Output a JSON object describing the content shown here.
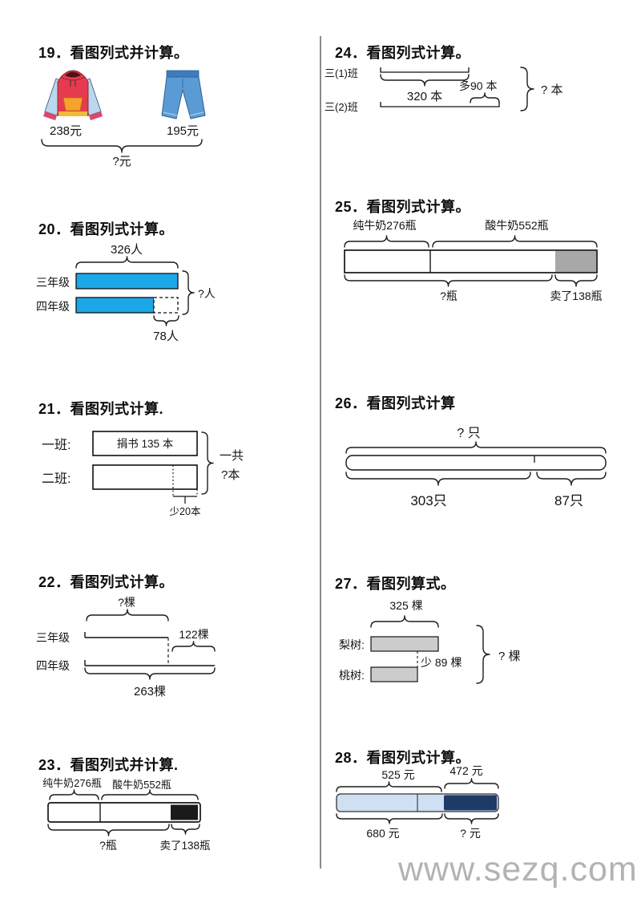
{
  "page": {
    "watermark": "www.sezq.com",
    "colors": {
      "bar_cyan": "#1CA7E8",
      "bar_grey": "#C9C9C9",
      "bar_dark": "#1A1A1A",
      "bar_light_blue": "#CFE0F2",
      "bar_navy": "#1E3A66",
      "divider_grey": "#8A8A8A",
      "watermark_grey": "#B3B3B3"
    }
  },
  "problems": {
    "p19": {
      "title": "19．看图列式并计算。",
      "hoodie_price": "238元",
      "jeans_price": "195元",
      "total_label": "?元"
    },
    "p20": {
      "title": "20．看图列式计算。",
      "top_label": "326人",
      "row1_label": "三年级",
      "row2_label": "四年级",
      "right_label": "?人",
      "diff_label": "78人"
    },
    "p21": {
      "title": "21．看图列式计算.",
      "row1_label": "一班:",
      "row2_label": "二班:",
      "bar1_text": "捐书 135 本",
      "right_label_line1": "一共",
      "right_label_line2": "?本",
      "diff_label": "少20本"
    },
    "p22": {
      "title": "22．看图列式计算。",
      "top_label": "?棵",
      "row1_label": "三年级",
      "row2_label": "四年级",
      "extra_label": "122棵",
      "total_label": "263棵"
    },
    "p23": {
      "title": "23．看图列式并计算.",
      "left_label": "纯牛奶276瓶",
      "right_label": "酸牛奶552瓶",
      "bottom_left_label": "?瓶",
      "bottom_right_label": "卖了138瓶"
    },
    "p24": {
      "title": "24．看图列式计算。",
      "row1_label": "三(1)班",
      "row2_label": "三(2)班",
      "bottom_label": "320 本",
      "more_label": "多90 本",
      "right_label": "? 本"
    },
    "p25": {
      "title": "25．看图列式计算。",
      "left_label": "纯牛奶276瓶",
      "right_label": "酸牛奶552瓶",
      "bottom_left_label": "?瓶",
      "bottom_right_label": "卖了138瓶"
    },
    "p26": {
      "title": "26．看图列式计算",
      "top_label": "? 只",
      "bottom_left_label": "303只",
      "bottom_right_label": "87只"
    },
    "p27": {
      "title": "27．看图列算式。",
      "top_label": "325 棵",
      "row1_label": "梨树:",
      "row2_label": "桃树:",
      "diff_label": "少 89 棵",
      "right_label": "? 棵"
    },
    "p28": {
      "title": "28．看图列式计算。",
      "top_left_label": "525 元",
      "top_right_label": "472 元",
      "bottom_left_label": "680 元",
      "bottom_right_label": "? 元"
    }
  }
}
